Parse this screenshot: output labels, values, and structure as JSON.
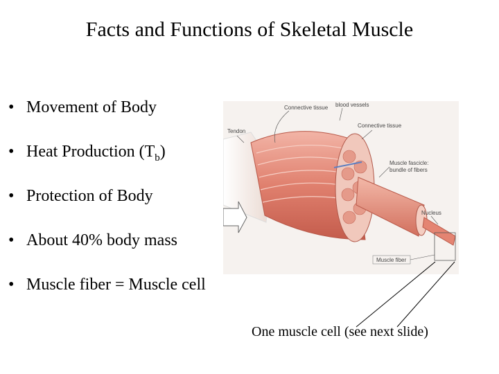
{
  "slide": {
    "title": "Facts and Functions of Skeletal Muscle",
    "bullet_glyph": "•",
    "bullets": [
      {
        "text": "Movement of Body"
      },
      {
        "text": "Heat Production (T",
        "sub": "b",
        "after": ")"
      },
      {
        "text": "Protection of Body"
      },
      {
        "text": "About 40% body mass"
      },
      {
        "text": "Muscle fiber = Muscle cell"
      }
    ],
    "caption": "One muscle cell (see next slide)"
  },
  "figure": {
    "labels": {
      "connective_tissue_top": "Connective tissue",
      "blood_vessels": "blood vessels",
      "tendon": "Tendon",
      "connective_tissue_mid": "Connective tissue",
      "fascicle_1": "Muscle fascicle:",
      "fascicle_2": "bundle of fibers",
      "nucleus": "Nucleus",
      "muscle_fiber": "Muscle fiber"
    }
  }
}
